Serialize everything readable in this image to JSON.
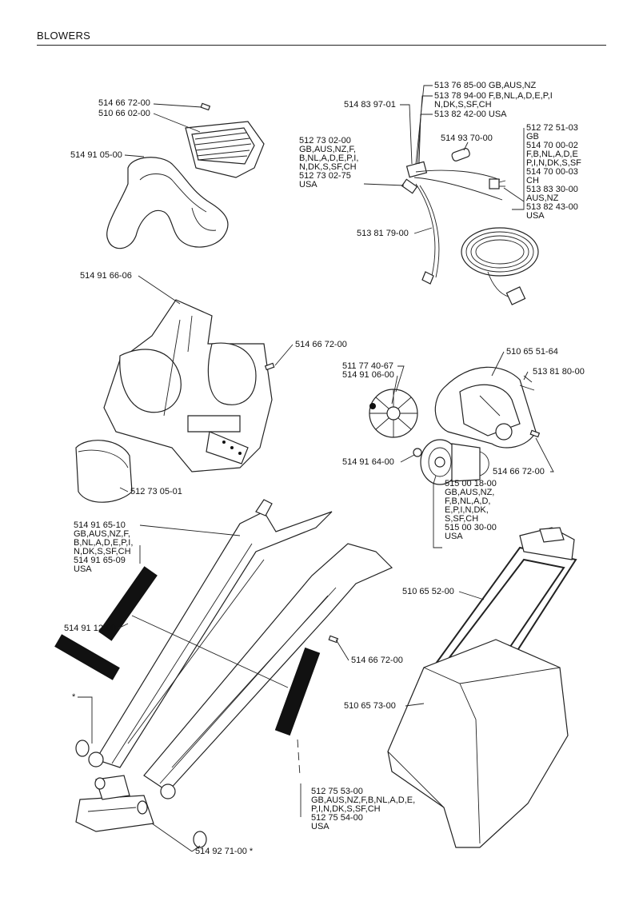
{
  "header": {
    "title": "BLOWERS"
  },
  "labels": {
    "l1": "514 66 72-00",
    "l2": "510 66 02-00",
    "l3": "514 91 05-00",
    "l4": "514 83 97-01",
    "l5": "513 76 85-00 GB,AUS,NZ",
    "l6": "513 78 94-00 F,B,NL,A,D,E,P,I\nN,DK,S,SF,CH",
    "l7": "513 82 42-00 USA",
    "l8": "512 73 02-00\nGB,AUS,NZ,F,\nB,NL,A,D,E,P,I,\nN,DK,S,SF,CH\n512 73 02-75\nUSA",
    "l9": "514 93 70-00",
    "l10": "512 72 51-03\nGB\n514 70 00-02\nF,B,NL,A,D,E\nP,I,N,DK,S,SF\n514 70 00-03\nCH\n513 83 30-00\nAUS,NZ\n513 82 43-00\nUSA",
    "l11": "513 81 79-00",
    "l12": "514 91 66-06",
    "l13": "514 66 72-00",
    "l14": "510 65 51-64",
    "l15": "511 77 40-67\n514 91 06-00",
    "l16": "513 81 80-00",
    "l17": "514 91 64-00",
    "l18": "514 66 72-00",
    "l19": "515 00 18-00\nGB,AUS,NZ,\nF,B,NL,A,D,\nE,P,I,N,DK,\nS,SF,CH\n515 00 30-00\nUSA",
    "l20": "512 73 05-01",
    "l21": "514 91 65-10\nGB,AUS,NZ,F,\nB,NL,A,D,E,P,I,\nN,DK,S,SF,CH\n514 91 65-09\nUSA",
    "l22": "510 65 52-00",
    "l23": "514 91 12-00",
    "l24": "514 66 72-00",
    "l25": "510 65 73-00",
    "l26": "*",
    "l27": "512 75 53-00\nGB,AUS,NZ,F,B,NL,A,D,E,\nP,I,N,DK,S,SF,CH\n512 75 54-00\nUSA",
    "l28": "514 92 71-00 *"
  }
}
